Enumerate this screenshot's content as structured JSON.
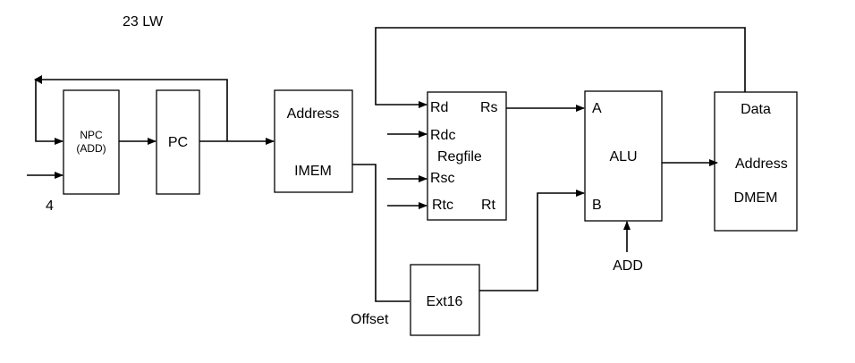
{
  "title": "23 LW",
  "npc": {
    "line1": "NPC",
    "line2": "(ADD)"
  },
  "pc": {
    "label": "PC"
  },
  "imem": {
    "port_address": "Address",
    "label": "IMEM"
  },
  "regfile": {
    "label": "Regfile",
    "port_rd": "Rd",
    "port_rs": "Rs",
    "port_rdc": "Rdc",
    "port_rsc": "Rsc",
    "port_rtc": "Rtc",
    "port_rt": "Rt"
  },
  "alu": {
    "label": "ALU",
    "port_a": "A",
    "port_b": "B",
    "op": "ADD"
  },
  "dmem": {
    "port_data": "Data",
    "port_address": "Address",
    "label": "DMEM"
  },
  "ext": {
    "label": "Ext16",
    "input": "Offset"
  },
  "const_input": "4"
}
